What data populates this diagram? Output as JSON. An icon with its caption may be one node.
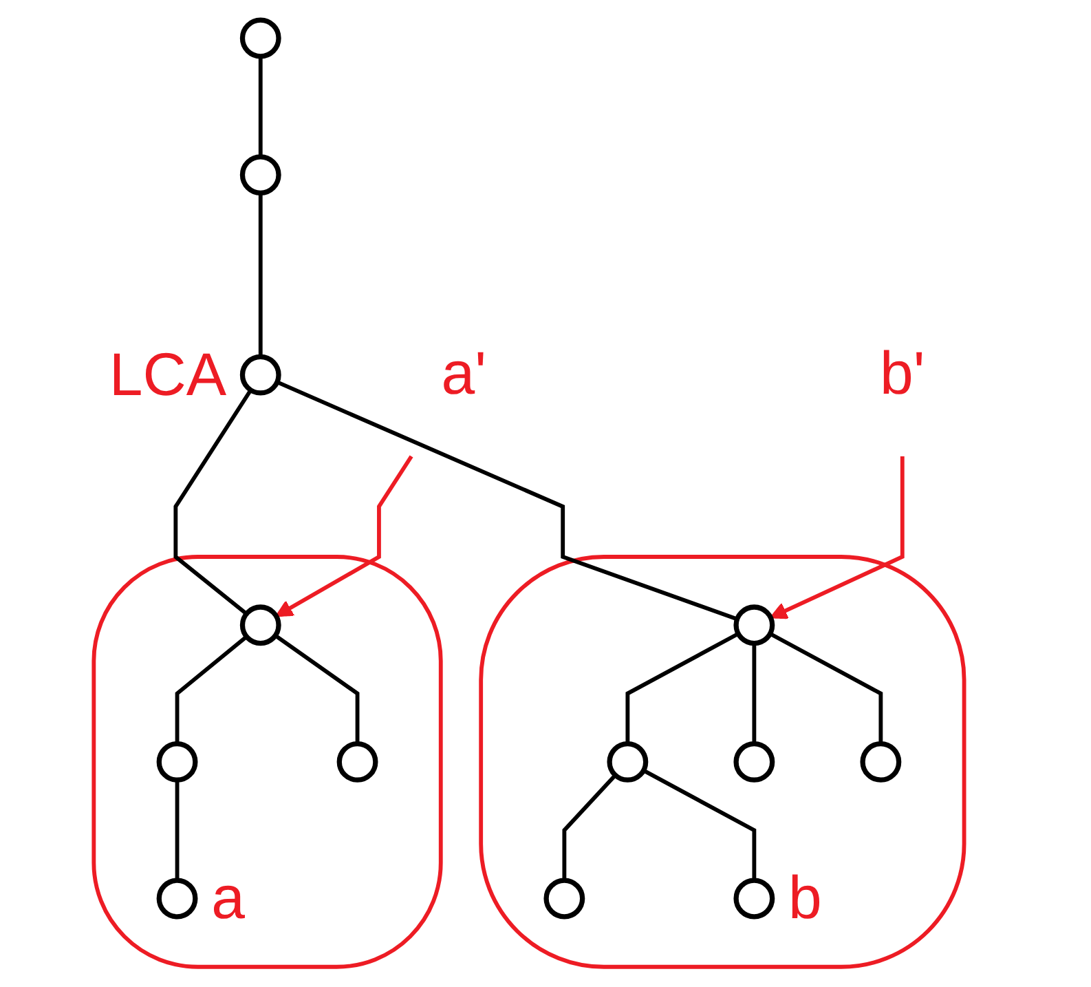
{
  "diagram": {
    "nodes": [
      {
        "text": [],
        "shape": "circle"
      },
      {
        "text": [],
        "shape": "circle"
      },
      {
        "text": [],
        "shape": "circle",
        "beside": [
          "LCA"
        ]
      },
      {
        "text": [
          "a'"
        ]
      },
      {
        "text": [],
        "shape": "ellipse"
      },
      {
        "text": [],
        "shape": "circle",
        "in": 4
      },
      {
        "text": [],
        "shape": "circle",
        "in": 4
      },
      {
        "text": [],
        "shape": "circle",
        "in": 4
      },
      {
        "text": [],
        "shape": "circle",
        "in": 4,
        "beside": [
          "a"
        ]
      },
      {
        "text": [
          "b'"
        ]
      },
      {
        "text": [],
        "shape": "ellipse"
      },
      {
        "text": [],
        "shape": "circle",
        "in": 10
      },
      {
        "text": [],
        "shape": "circle",
        "in": 10
      },
      {
        "text": [],
        "shape": "circle",
        "in": 10
      },
      {
        "text": [],
        "shape": "circle",
        "in": 10
      },
      {
        "text": [],
        "shape": "circle",
        "in": 10
      },
      {
        "text": [],
        "shape": "circle",
        "in": 10,
        "beside": [
          "b"
        ]
      }
    ],
    "edges": [
      {
        "from": 0,
        "to": 1,
        "arrow": "none"
      },
      {
        "from": 1,
        "to": 2,
        "arrow": "none"
      },
      {
        "from": 2,
        "to": 5,
        "arrow": "none"
      },
      {
        "from": 2,
        "to": 11,
        "arrow": "none"
      },
      {
        "from": 5,
        "to": 6,
        "arrow": "none"
      },
      {
        "from": 5,
        "to": 7,
        "arrow": "none"
      },
      {
        "from": 6,
        "to": 8,
        "arrow": "none"
      },
      {
        "from": 11,
        "to": 12,
        "arrow": "none"
      },
      {
        "from": 11,
        "to": 13,
        "arrow": "none"
      },
      {
        "from": 11,
        "to": 14,
        "arrow": "none"
      },
      {
        "from": 12,
        "to": 15,
        "arrow": "none"
      },
      {
        "from": 12,
        "to": 16,
        "arrow": "none"
      },
      {
        "from": 3,
        "to": 5,
        "arrow": "to",
        "color": "#ed1c24"
      },
      {
        "from": 9,
        "to": 11,
        "arrow": "to",
        "color": "#ed1c24"
      }
    ]
  }
}
